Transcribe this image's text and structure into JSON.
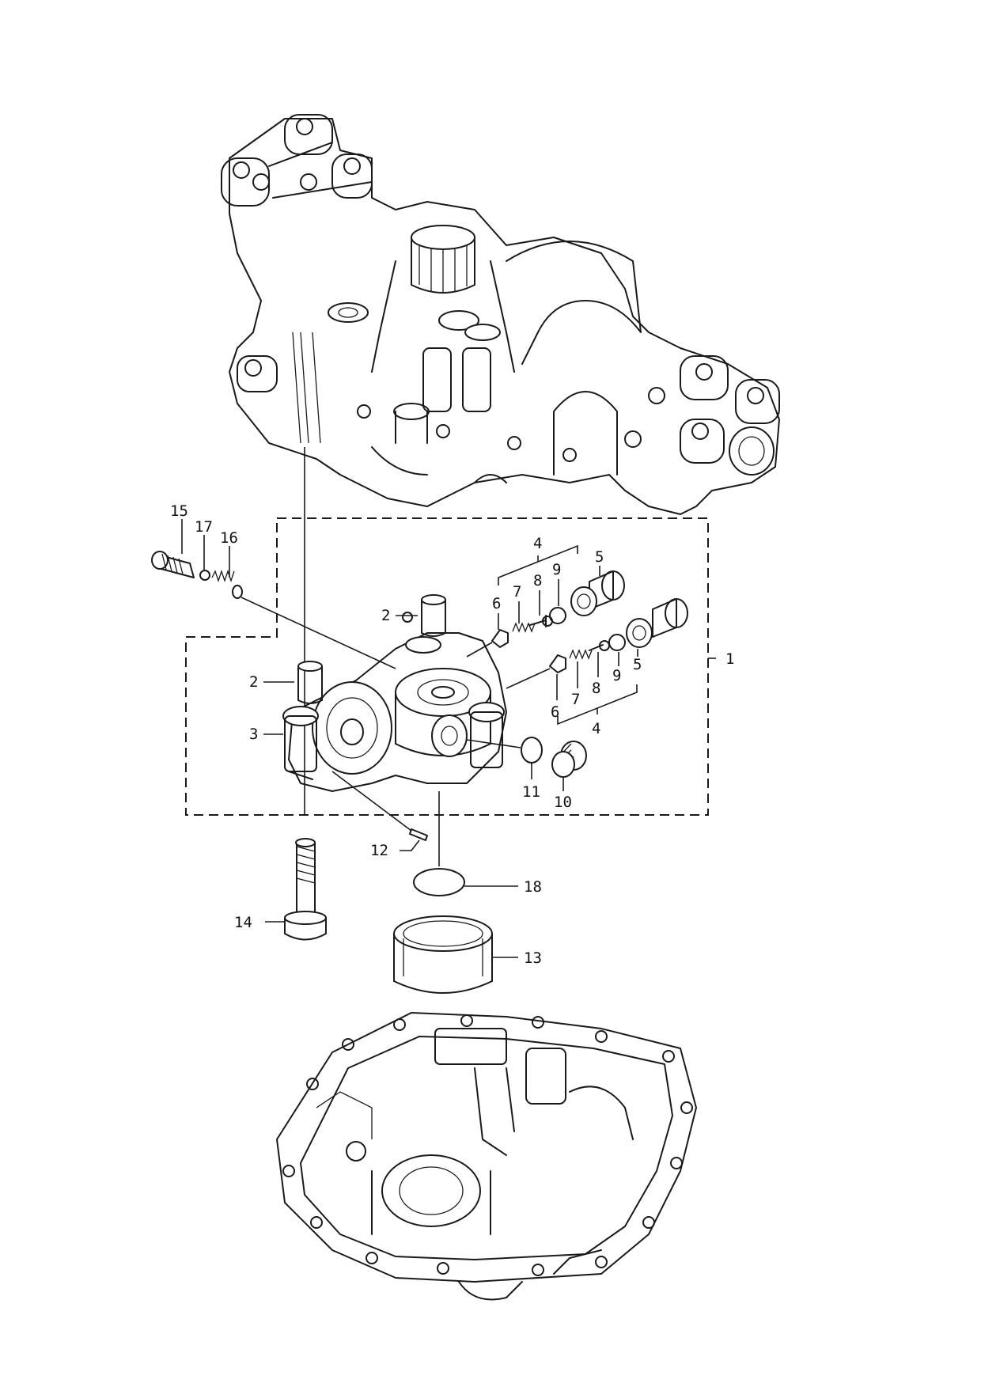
{
  "callouts": {
    "c1": "1",
    "c2a": "2",
    "c2b": "2",
    "c3": "3",
    "c4a": "4",
    "c4b": "4",
    "c5a": "5",
    "c5b": "5",
    "c6a": "6",
    "c6b": "6",
    "c7a": "7",
    "c7b": "7",
    "c8a": "8",
    "c8b": "8",
    "c9a": "9",
    "c9b": "9",
    "c10": "10",
    "c11": "11",
    "c12": "12",
    "c13": "13",
    "c14": "14",
    "c15": "15",
    "c16": "16",
    "c17": "17",
    "c18": "18"
  }
}
